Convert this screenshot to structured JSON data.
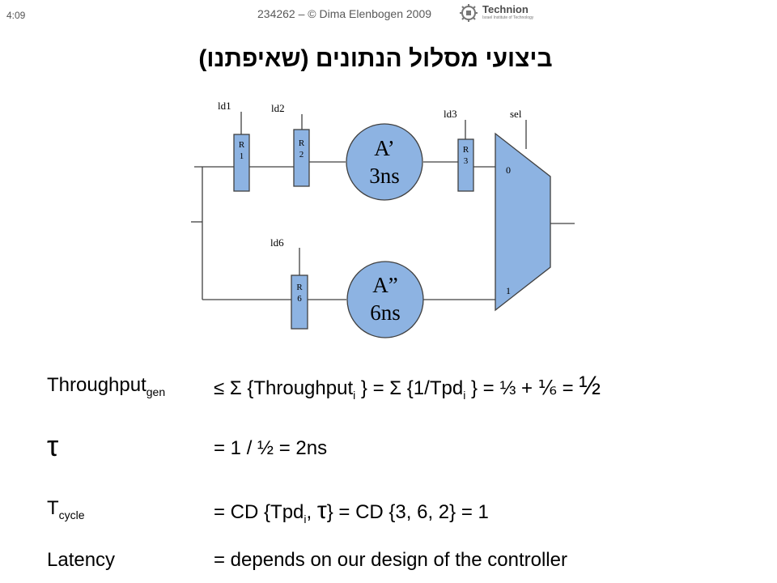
{
  "header": {
    "slide_number": "4:09",
    "footer": "234262 – © Dima Elenbogen 2009",
    "logo_text": "Technion",
    "logo_subtitle": "Israel Institute of Technology"
  },
  "title": "ביצועי מסלול הנתונים (שאיפתנו)",
  "diagram": {
    "labels": {
      "ld1": "ld1",
      "ld2": "ld2",
      "ld3": "ld3",
      "ld6": "ld6",
      "sel": "sel",
      "r1_a": "R",
      "r1_b": "1",
      "r2_a": "R",
      "r2_b": "2",
      "r3_a": "R",
      "r3_b": "3",
      "r6_a": "R",
      "r6_b": "6",
      "a1_name": "A’",
      "a1_time": "3ns",
      "a2_name": "A”",
      "a2_time": "6ns",
      "mux_in0": "0",
      "mux_in1": "1"
    },
    "colors": {
      "register_fill": "#8db3e2",
      "alu_fill": "#8db3e2",
      "mux_fill": "#8db3e2",
      "stroke": "#404040"
    }
  },
  "equations": [
    {
      "lhs": "Throughput",
      "lhs_sub": "gen",
      "rhs_1": "≤ Σ {Throughput",
      "rhs_sub_1": "i",
      "rhs_2": " } = Σ {1/Tpd",
      "rhs_sub_2": "i",
      "rhs_3": " } = ⅓ + ⅙ = ",
      "rhs_4": "½"
    },
    {
      "lhs": "τ",
      "rhs": "= 1 / ½ = 2ns"
    },
    {
      "lhs": "T",
      "lhs_sub": "cycle",
      "rhs_1": "= CD {Tpd",
      "rhs_sub_1": "i",
      "rhs_2": ", ",
      "rhs_3": "τ",
      "rhs_4": "} = CD {3, 6, 2} = 1"
    },
    {
      "lhs": "Latency",
      "rhs": "= depends on our design of the controller"
    }
  ]
}
